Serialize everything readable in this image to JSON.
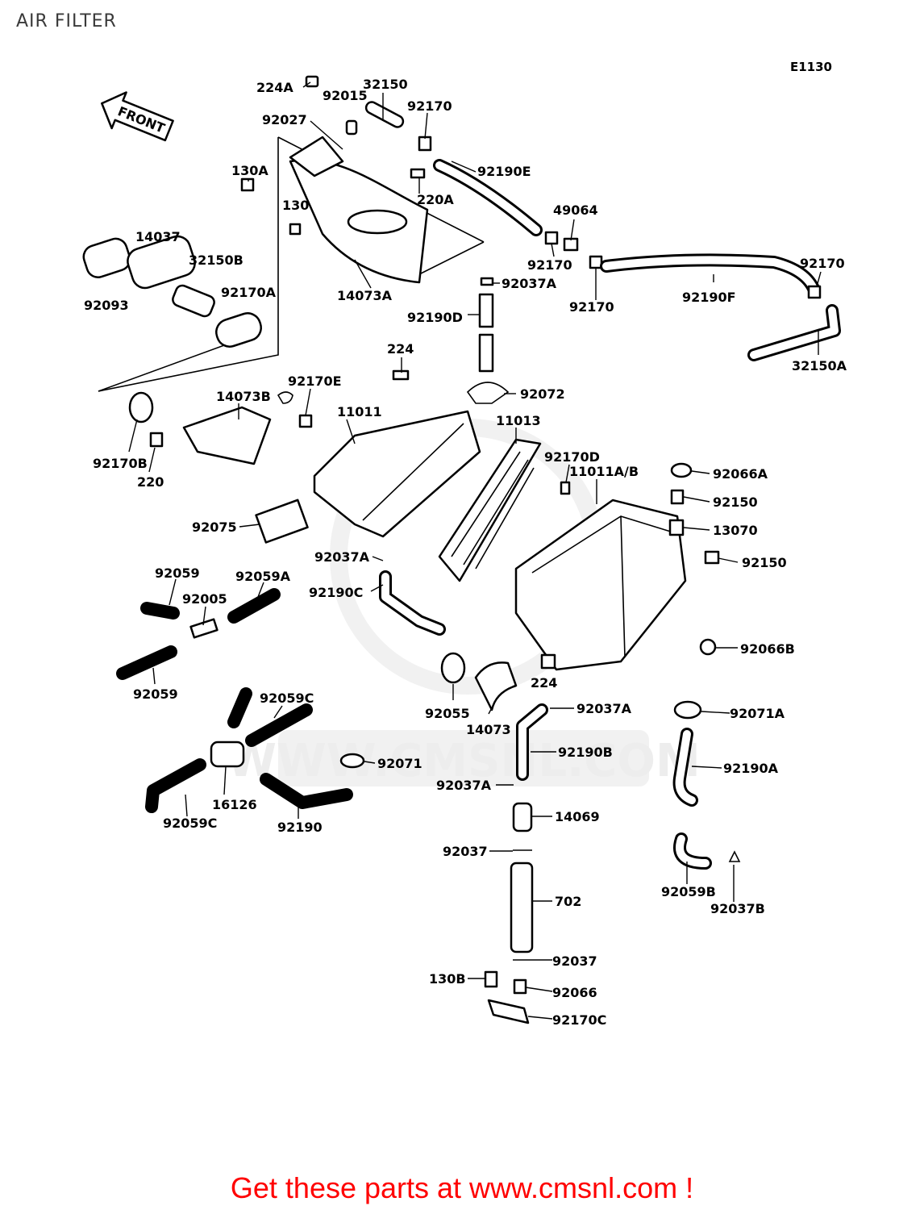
{
  "title": "AIR FILTER",
  "diagram_code": "E1130",
  "front_label": "FRONT",
  "watermark": "WWW.CMSNL.COM",
  "footer": "Get these parts at www.cmsnl.com !",
  "callouts": [
    {
      "id": "224A",
      "text": "224A"
    },
    {
      "id": "92015",
      "text": "92015"
    },
    {
      "id": "32150",
      "text": "32150"
    },
    {
      "id": "92170-a",
      "text": "92170"
    },
    {
      "id": "92027",
      "text": "92027"
    },
    {
      "id": "130A",
      "text": "130A"
    },
    {
      "id": "92190E",
      "text": "92190E"
    },
    {
      "id": "220A",
      "text": "220A"
    },
    {
      "id": "130",
      "text": "130"
    },
    {
      "id": "49064",
      "text": "49064"
    },
    {
      "id": "14037",
      "text": "14037"
    },
    {
      "id": "32150B",
      "text": "32150B"
    },
    {
      "id": "92170-b",
      "text": "92170"
    },
    {
      "id": "92170-c",
      "text": "92170"
    },
    {
      "id": "92037A-a",
      "text": "92037A"
    },
    {
      "id": "92170A",
      "text": "92170A"
    },
    {
      "id": "14073A",
      "text": "14073A"
    },
    {
      "id": "92093",
      "text": "92093"
    },
    {
      "id": "92170-d",
      "text": "92170"
    },
    {
      "id": "92190F",
      "text": "92190F"
    },
    {
      "id": "92190D",
      "text": "92190D"
    },
    {
      "id": "32150A",
      "text": "32150A"
    },
    {
      "id": "224-a",
      "text": "224"
    },
    {
      "id": "92072",
      "text": "92072"
    },
    {
      "id": "92170E",
      "text": "92170E"
    },
    {
      "id": "14073B",
      "text": "14073B"
    },
    {
      "id": "11011",
      "text": "11011"
    },
    {
      "id": "11013",
      "text": "11013"
    },
    {
      "id": "92170D",
      "text": "92170D"
    },
    {
      "id": "11011AB",
      "text": "11011A/B"
    },
    {
      "id": "92066A",
      "text": "92066A"
    },
    {
      "id": "92170B",
      "text": "92170B"
    },
    {
      "id": "220",
      "text": "220"
    },
    {
      "id": "92150-a",
      "text": "92150"
    },
    {
      "id": "13070",
      "text": "13070"
    },
    {
      "id": "92075",
      "text": "92075"
    },
    {
      "id": "92037A-b",
      "text": "92037A"
    },
    {
      "id": "92150-b",
      "text": "92150"
    },
    {
      "id": "92059-a",
      "text": "92059"
    },
    {
      "id": "92059A",
      "text": "92059A"
    },
    {
      "id": "92005",
      "text": "92005"
    },
    {
      "id": "92190C",
      "text": "92190C"
    },
    {
      "id": "92066B",
      "text": "92066B"
    },
    {
      "id": "224-b",
      "text": "224"
    },
    {
      "id": "92059-b",
      "text": "92059"
    },
    {
      "id": "92059C-a",
      "text": "92059C"
    },
    {
      "id": "92055",
      "text": "92055"
    },
    {
      "id": "92037A-c",
      "text": "92037A"
    },
    {
      "id": "92071A",
      "text": "92071A"
    },
    {
      "id": "14073",
      "text": "14073"
    },
    {
      "id": "92190B",
      "text": "92190B"
    },
    {
      "id": "92071",
      "text": "92071"
    },
    {
      "id": "92190A",
      "text": "92190A"
    },
    {
      "id": "92037A-d",
      "text": "92037A"
    },
    {
      "id": "16126",
      "text": "16126"
    },
    {
      "id": "14069",
      "text": "14069"
    },
    {
      "id": "92059C-b",
      "text": "92059C"
    },
    {
      "id": "92190",
      "text": "92190"
    },
    {
      "id": "92037-a",
      "text": "92037"
    },
    {
      "id": "92059B",
      "text": "92059B"
    },
    {
      "id": "92037B",
      "text": "92037B"
    },
    {
      "id": "702",
      "text": "702"
    },
    {
      "id": "92037-b",
      "text": "92037"
    },
    {
      "id": "130B",
      "text": "130B"
    },
    {
      "id": "92066",
      "text": "92066"
    },
    {
      "id": "92170C",
      "text": "92170C"
    }
  ]
}
